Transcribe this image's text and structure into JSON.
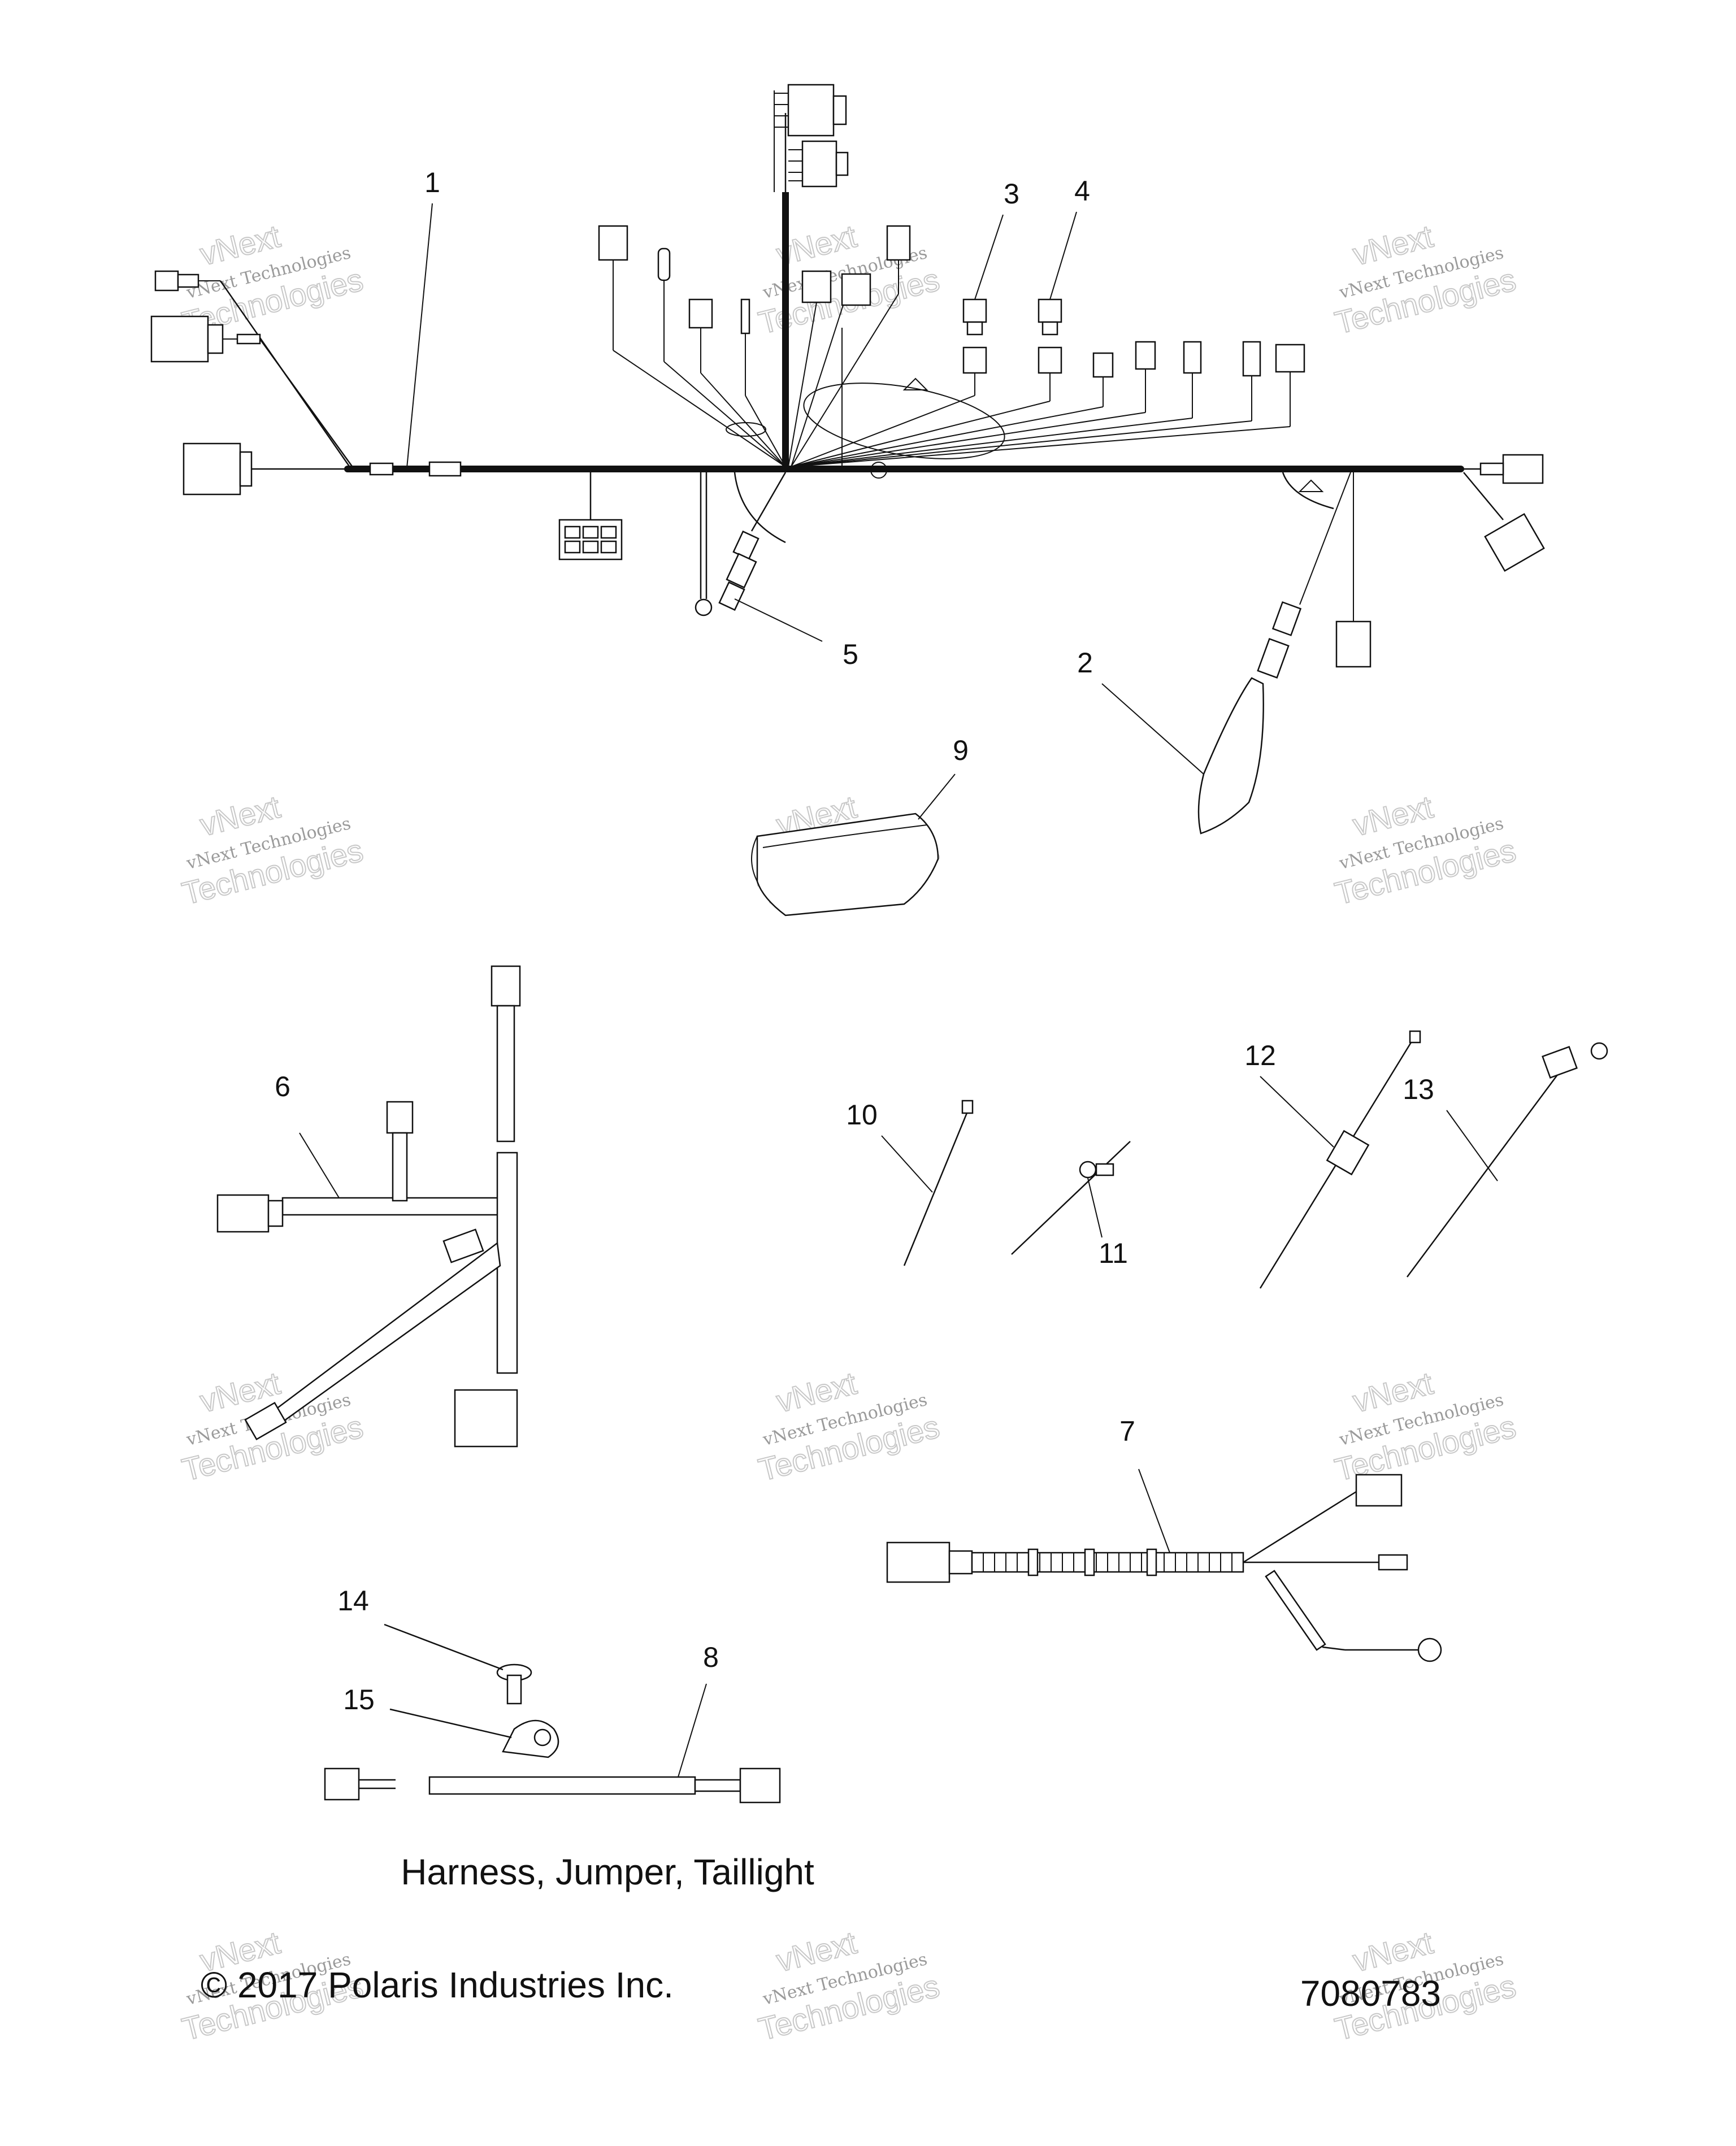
{
  "callouts": [
    {
      "id": "1",
      "label": "1"
    },
    {
      "id": "2",
      "label": "2"
    },
    {
      "id": "3",
      "label": "3"
    },
    {
      "id": "4",
      "label": "4"
    },
    {
      "id": "5",
      "label": "5"
    },
    {
      "id": "6",
      "label": "6"
    },
    {
      "id": "7",
      "label": "7"
    },
    {
      "id": "8",
      "label": "8"
    },
    {
      "id": "9",
      "label": "9"
    },
    {
      "id": "10",
      "label": "10"
    },
    {
      "id": "11",
      "label": "11"
    },
    {
      "id": "12",
      "label": "12"
    },
    {
      "id": "13",
      "label": "13"
    },
    {
      "id": "14",
      "label": "14"
    },
    {
      "id": "15",
      "label": "15"
    }
  ],
  "captions": {
    "jumper_title": "Harness, Jumper, Taillight",
    "copyright": "© 2017 Polaris Industries Inc.",
    "diagram_number": "7080783"
  },
  "watermark": {
    "line1": "vNext Technologies",
    "line2": "Technologies",
    "line3": "vNext"
  }
}
